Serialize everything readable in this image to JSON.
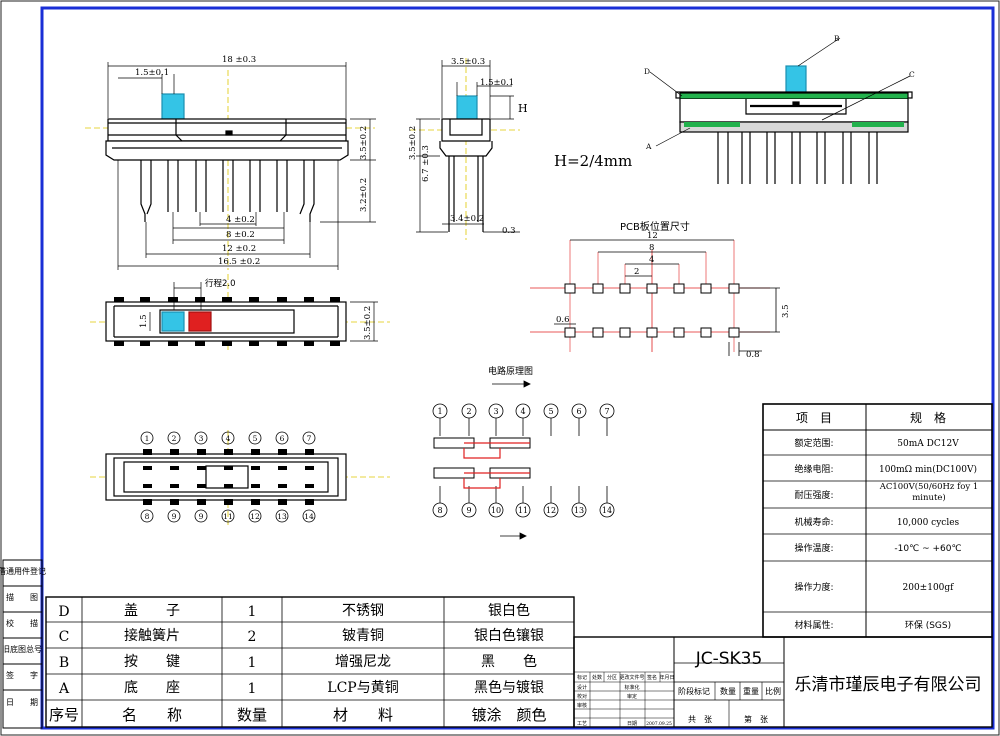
{
  "dims": {
    "top_1_5": "1.5±0.1",
    "top_18": "18 ±0.3",
    "right_3_5": "3.5±0.2",
    "right_3_2": "3.2±0.2",
    "bottom_4": "4 ±0.2",
    "bottom_8": "8 ±0.2",
    "bottom_12": "12 ±0.2",
    "bottom_16_5": "16.5 ±0.2",
    "side_3_5": "3.5±0.3",
    "side_1_5": "1.5±0.1",
    "side_h": "H",
    "side_left_3_5": "3.5±0.2",
    "side_6_7": "6.7 ±0.3",
    "side_3_4": "3.4±0.2",
    "side_0_3": "0.3",
    "h_note": "H=2/4mm",
    "travel": "行程2.0",
    "plan_1_5": "1.5",
    "plan_3_5": "3.5±0.2"
  },
  "section_labels": {
    "a": "A",
    "b": "B",
    "c": "C",
    "d": "D"
  },
  "pcb": {
    "title": "PCB板位置尺寸",
    "d12": "12",
    "d8": "8",
    "d4": "4",
    "d2": "2",
    "d3_5": "3.5",
    "d0_6": "0.6",
    "d0_8": "0.8"
  },
  "circuit": {
    "title": "电路原理图",
    "top_pins": [
      "1",
      "2",
      "3",
      "4",
      "5",
      "6",
      "7"
    ],
    "bottom_pins": [
      "8",
      "9",
      "10",
      "11",
      "12",
      "13",
      "14"
    ]
  },
  "bottom_view": {
    "top_pins": [
      "1",
      "2",
      "3",
      "4",
      "5",
      "6",
      "7"
    ],
    "bottom_pins": [
      "8",
      "9",
      "9",
      "11",
      "12",
      "13",
      "14"
    ]
  },
  "spec": {
    "header": {
      "item": "项　目",
      "spec": "规　格"
    },
    "rows": [
      {
        "item": "额定范围:",
        "value": "50mA DC12V"
      },
      {
        "item": "绝缘电阻:",
        "value": "100mΩ min(DC100V)"
      },
      {
        "item": "耐压强度:",
        "value": "AC100V(50/60Hz foy 1 minute)"
      },
      {
        "item": "机械寿命:",
        "value": "10,000 cycles"
      },
      {
        "item": "操作温度:",
        "value": "-10℃ ~ +60℃"
      },
      {
        "item": "操作力度:",
        "value": "200±100gf"
      },
      {
        "item": "材料属性:",
        "value": "环保 (SGS)"
      }
    ]
  },
  "bom": {
    "rows": [
      {
        "no": "D",
        "name": "盖　　子",
        "qty": "1",
        "material": "不锈钢",
        "finish": "银白色"
      },
      {
        "no": "C",
        "name": "接触簧片",
        "qty": "2",
        "material": "铍青铜",
        "finish": "银白色镶银"
      },
      {
        "no": "B",
        "name": "按　　键",
        "qty": "1",
        "material": "增强尼龙",
        "finish": "黑　　色"
      },
      {
        "no": "A",
        "name": "底　　座",
        "qty": "1",
        "material": "LCP与黄铜",
        "finish": "黑色与镀银"
      }
    ],
    "header": {
      "no": "序号",
      "name": "名　　称",
      "qty": "数量",
      "material": "材　　料",
      "finish": "镀涂　颜色"
    }
  },
  "side_strip": [
    "借通用件登记",
    "描　　图",
    "校　　描",
    "旧底图总号",
    "签　　字",
    "日　　期"
  ],
  "title_block": {
    "model": "JC-SK35",
    "company": "乐清市瑾辰电子有限公司",
    "stage": "阶段标记",
    "weight_qty": "数量",
    "weight": "重量",
    "scale": "比例",
    "sheets_total": "共　张",
    "sheet_no": "第　张",
    "rev_headers": [
      "标记",
      "处数",
      "分区",
      "更改文件号",
      "签名",
      "年月日"
    ],
    "rev_rows": [
      "设计",
      "校对",
      "审核",
      "工艺"
    ],
    "sign_labels": [
      "标准化",
      "审定",
      "日期"
    ],
    "date_value": "2007.09.25"
  }
}
